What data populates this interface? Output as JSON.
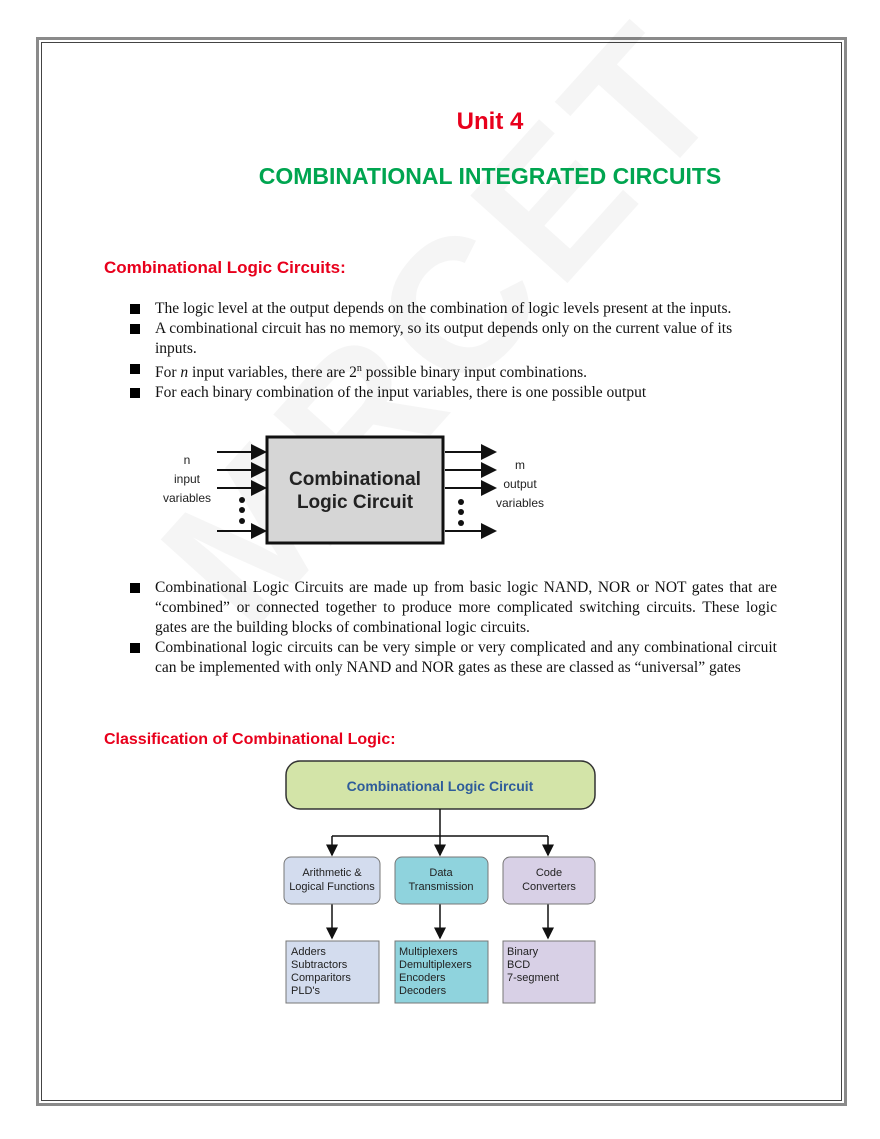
{
  "watermark": "MRCET",
  "unit": "Unit 4",
  "title": "COMBINATIONAL INTEGRATED CIRCUITS",
  "section1": {
    "heading": "Combinational Logic Circuits:",
    "bullets": [
      "The logic level at the output depends on the combination of logic levels present at the inputs.",
      "A combinational circuit has no memory, so its output depends only on the current value of its inputs.",
      {
        "pre": "For ",
        "var": "n",
        "mid": " input variables, there are 2",
        "sup": "n",
        "post": " possible binary input combinations."
      },
      "For each binary combination of the input variables, there is one possible output"
    ]
  },
  "diagram1": {
    "box": [
      "Combinational",
      "Logic Circuit"
    ],
    "inputs": [
      "n",
      "input",
      "variables"
    ],
    "outputs": [
      "m",
      "output",
      "variables"
    ]
  },
  "section1b": {
    "bullets": [
      "Combinational Logic Circuits are made up from basic logic NAND, NOR or NOT gates that are “combined” or connected together to produce more complicated switching circuits. These logic gates are the building blocks of combinational logic circuits.",
      "Combinational logic circuits can be very simple or very complicated and any combinational circuit can be implemented with only NAND and NOR gates as these are classed as “universal” gates"
    ]
  },
  "section2": {
    "heading": "Classification of Combinational Logic:"
  },
  "diagram2": {
    "root": "Combinational Logic Circuit",
    "categories": [
      {
        "label": [
          "Arithmetic &",
          "Logical Functions"
        ],
        "items": [
          "Adders",
          "Subtractors",
          "Comparitors",
          "PLD's"
        ],
        "color": "#d3dcee"
      },
      {
        "label": [
          "Data",
          "Transmission"
        ],
        "items": [
          "Multiplexers",
          "Demultiplexers",
          "Encoders",
          "Decoders"
        ],
        "color": "#8fd3dd"
      },
      {
        "label": [
          "Code",
          "Converters"
        ],
        "items": [
          "Binary",
          "BCD",
          "7-segment"
        ],
        "color": "#d8d0e6"
      }
    ],
    "root_color": "#d3e4a8"
  }
}
